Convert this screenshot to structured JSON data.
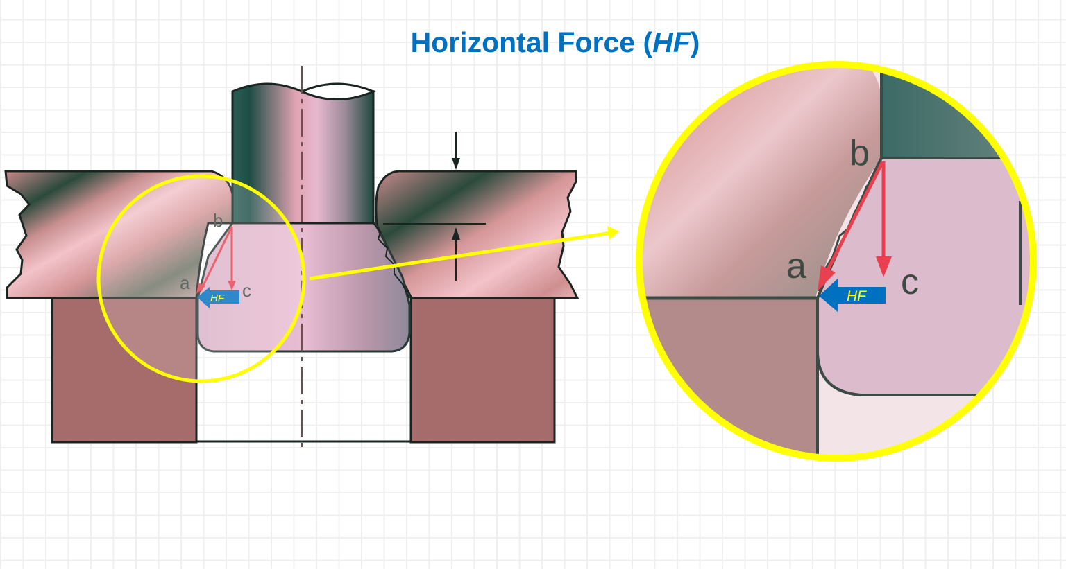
{
  "title": {
    "prefix": "Horizontal Force (",
    "abbr": "HF",
    "suffix": ")"
  },
  "diagram": {
    "points": {
      "a": "a",
      "b": "b",
      "c": "c"
    },
    "force_label": "HF",
    "colors": {
      "title": "#0070c0",
      "force_arrow": "#0070c0",
      "force_text": "#ffff00",
      "vector_arrows": "#e8404e",
      "magnifier_ring": "#ffff00",
      "die_block": "#a66b6b",
      "sheet": "#d9959a",
      "punch": "#1d5448",
      "slug": "#d8b5c9"
    }
  },
  "magnified_view": {
    "points": {
      "a": "a",
      "b": "b",
      "c": "c"
    },
    "force_label": "HF"
  }
}
